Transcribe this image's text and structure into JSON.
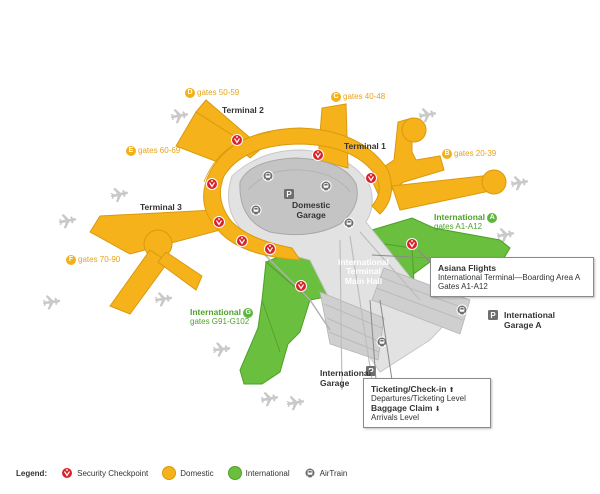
{
  "terminals": {
    "terminal1": "Terminal 1",
    "terminal2": "Terminal 2",
    "terminal3": "Terminal 3"
  },
  "gates": {
    "b": {
      "letter": "B",
      "text": "gates 20-39"
    },
    "c": {
      "letter": "C",
      "text": "gates 40-48"
    },
    "d": {
      "letter": "D",
      "text": "gates 50-59"
    },
    "e": {
      "letter": "E",
      "text": "gates 60-69"
    },
    "f": {
      "letter": "F",
      "text": "gates 70-90"
    },
    "a": {
      "title": "International",
      "letter": "A",
      "text": "gates A1-A12"
    },
    "g": {
      "title": "International",
      "letter": "G",
      "text": "gates G91-G102"
    }
  },
  "garages": {
    "domestic": {
      "line1": "Domestic",
      "line2": "Garage",
      "letter": "P"
    },
    "intl_a": {
      "line1": "International",
      "line2": "Garage A",
      "letter": "P"
    },
    "intl_g": {
      "line1": "International",
      "line2": "Garage",
      "letter": "P"
    }
  },
  "main_hall": {
    "line1": "International",
    "line2": "Terminal",
    "line3": "Main Hall"
  },
  "callout_asiana": {
    "title": "Asiana  Flights",
    "line1": "International Terminal—Boarding Area A",
    "line2": "Gates A1-A12"
  },
  "callout_ticketing": {
    "ticketing_title": "Ticketing/Check-in",
    "ticketing_arrow": "⬆",
    "ticketing_sub": "Departures/Ticketing Level",
    "baggage_title": "Baggage Claim",
    "baggage_arrow": "⬇",
    "baggage_sub": "Arrivals Level"
  },
  "legend": {
    "title": "Legend:",
    "security": "Security Checkpoint",
    "domestic": "Domestic",
    "international": "International",
    "airtrain": "AirTrain"
  },
  "colors": {
    "domestic": "#f5b21b",
    "domestic_edge": "#d99a0c",
    "international": "#6bbf3f",
    "international_edge": "#4e9f28",
    "security": "#d8232a",
    "road": "#d6d6d6",
    "garage": "#c4c4c4"
  },
  "icons": [
    "security-checkpoint-icon",
    "airtrain-icon",
    "parking-icon",
    "airplane-icon"
  ]
}
